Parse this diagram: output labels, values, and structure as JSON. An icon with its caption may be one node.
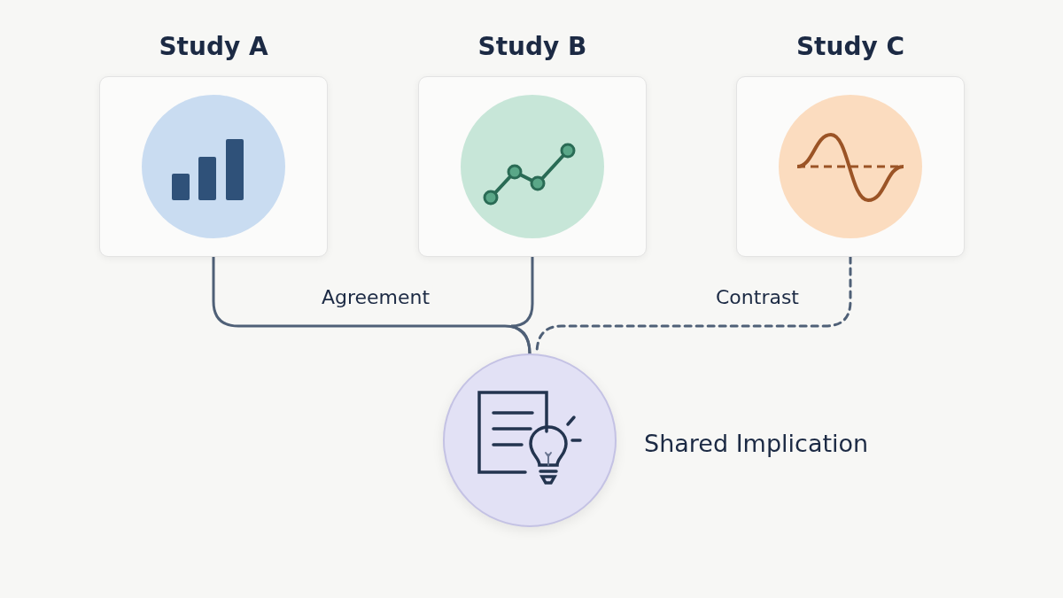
{
  "diagram": {
    "nodes": [
      {
        "text": [
          "Study A"
        ]
      },
      {
        "text": [
          "Study B"
        ]
      },
      {
        "text": [
          "Study C"
        ]
      },
      {
        "text": [],
        "shape": "circle",
        "beside": [
          "Shared Implication"
        ]
      }
    ],
    "edges": [
      {
        "from": 0,
        "to": 3,
        "arrow": "none",
        "label": "Agreement"
      },
      {
        "from": 1,
        "to": 3,
        "arrow": "none"
      },
      {
        "from": 2,
        "to": 3,
        "arrow": "none",
        "style": "dashed",
        "label": "Contrast"
      }
    ]
  }
}
